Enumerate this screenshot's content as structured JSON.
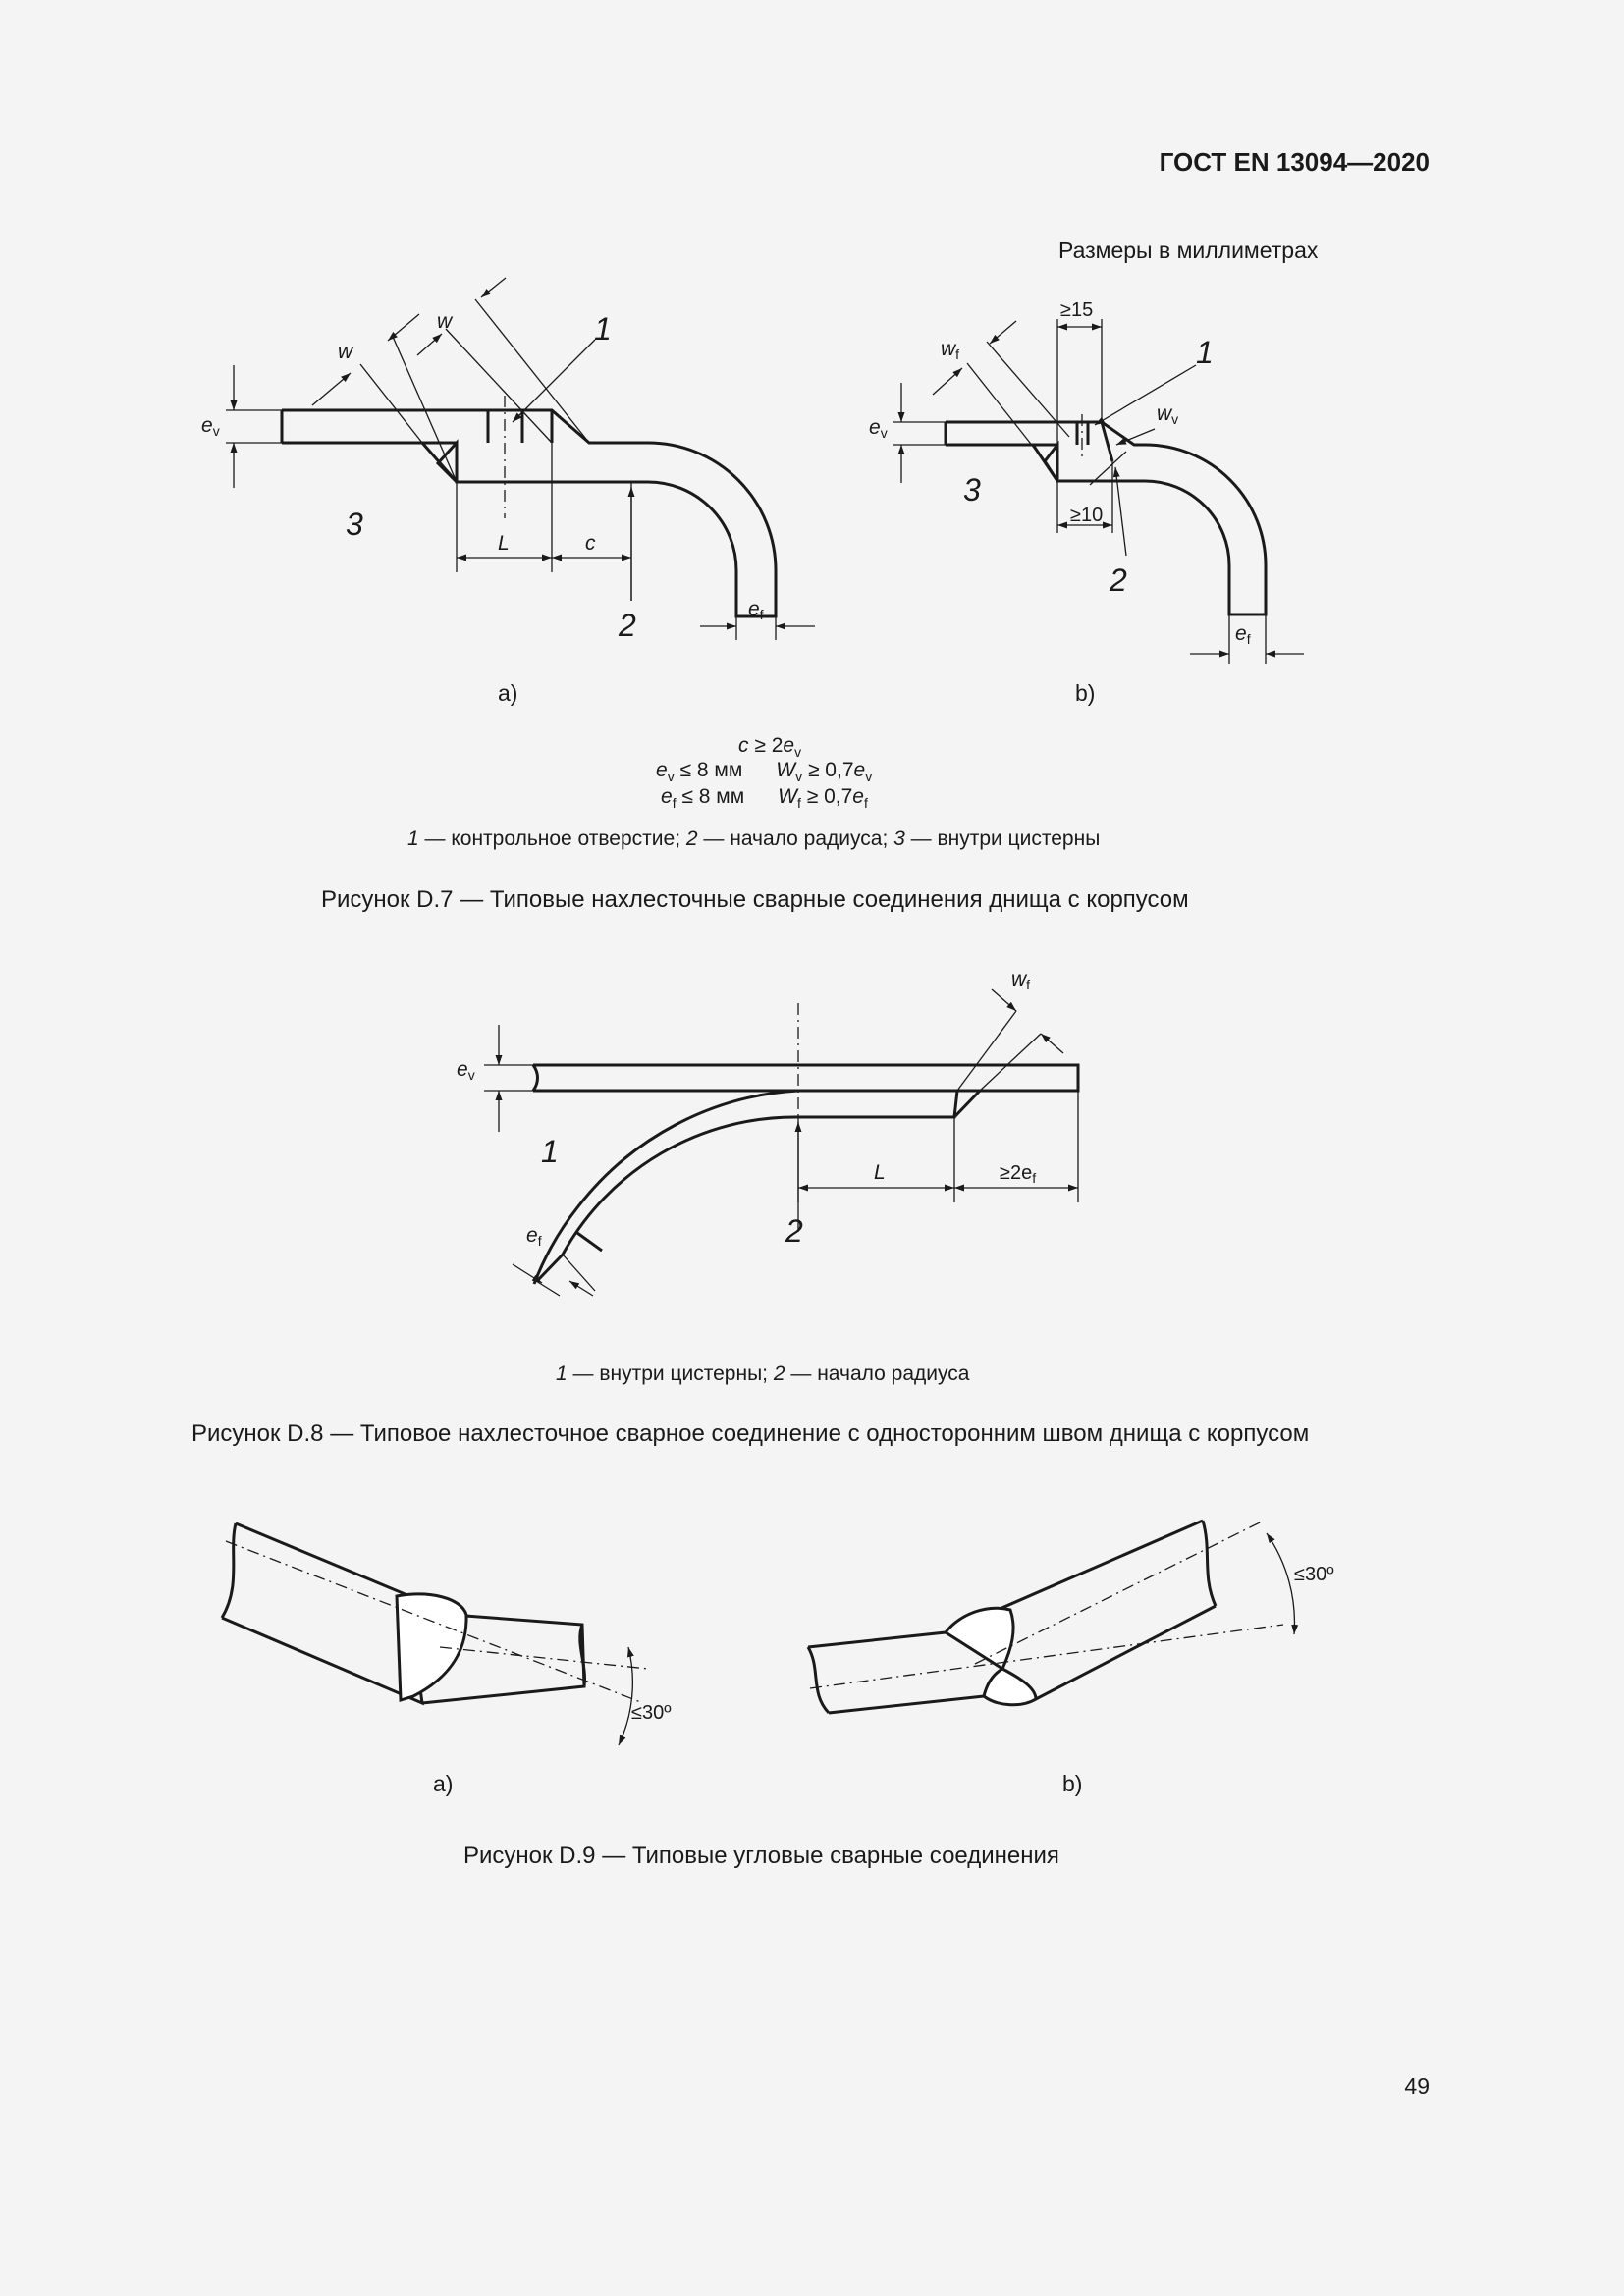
{
  "header": {
    "doc_id": "ГОСТ EN 13094—2020",
    "units_note": "Размеры в миллиметрах"
  },
  "fig_d7": {
    "a": {
      "sublabel": "a)",
      "w1": "w",
      "w2": "w",
      "callout_1": "1",
      "callout_2": "2",
      "callout_3": "3",
      "ev": "e",
      "ev_sub": "v",
      "L": "L",
      "c": "c",
      "ef": "e",
      "ef_sub": "f"
    },
    "b": {
      "sublabel": "b)",
      "wf": "w",
      "wf_sub": "f",
      "wv": "w",
      "wv_sub": "v",
      "ge15": "≥15",
      "ge10": "≥10",
      "callout_1": "1",
      "callout_2": "2",
      "callout_3": "3",
      "ev": "e",
      "ev_sub": "v",
      "ef": "e",
      "ef_sub": "f"
    },
    "formulas": {
      "l1_c": "c",
      "l1_rel": " ≥ 2",
      "l1_e": "e",
      "l1_e_sub": "v",
      "l2_e": "e",
      "l2_e_sub": "v",
      "l2_rel": " ≤ 8 мм",
      "l2_W": "W",
      "l2_W_sub": "v",
      "l2_rel2": " ≥ 0,7",
      "l2_e2": "e",
      "l2_e2_sub": "v",
      "l3_e": "e",
      "l3_e_sub": "f",
      "l3_rel": " ≤ 8 мм",
      "l3_W": "W",
      "l3_W_sub": "f",
      "l3_rel2": " ≥ 0,7",
      "l3_e2": "e",
      "l3_e2_sub": "f"
    },
    "legend": {
      "n1": "1",
      "t1": " — контрольное отверстие; ",
      "n2": "2",
      "t2": " — начало радиуса; ",
      "n3": "3",
      "t3": " — внутри цистерны"
    },
    "caption": "Рисунок D.7 — Типовые нахлесточные сварные соединения днища с корпусом"
  },
  "fig_d8": {
    "wf": "w",
    "wf_sub": "f",
    "ev": "e",
    "ev_sub": "v",
    "ef": "e",
    "ef_sub": "f",
    "L": "L",
    "ge2ef": "≥2e",
    "ge2ef_sub": "f",
    "callout_1": "1",
    "callout_2": "2",
    "legend": {
      "n1": "1",
      "t1": " — внутри цистерны; ",
      "n2": "2",
      "t2": " — начало радиуса"
    },
    "caption": "Рисунок D.8 — Типовое нахлесточное сварное соединение с односторонним швом днища с корпусом"
  },
  "fig_d9": {
    "a": {
      "sublabel": "a)",
      "angle": "≤30º"
    },
    "b": {
      "sublabel": "b)",
      "angle": "≤30º"
    },
    "caption": "Рисунок D.9 — Типовые угловые сварные соединения"
  },
  "page_number": "49"
}
